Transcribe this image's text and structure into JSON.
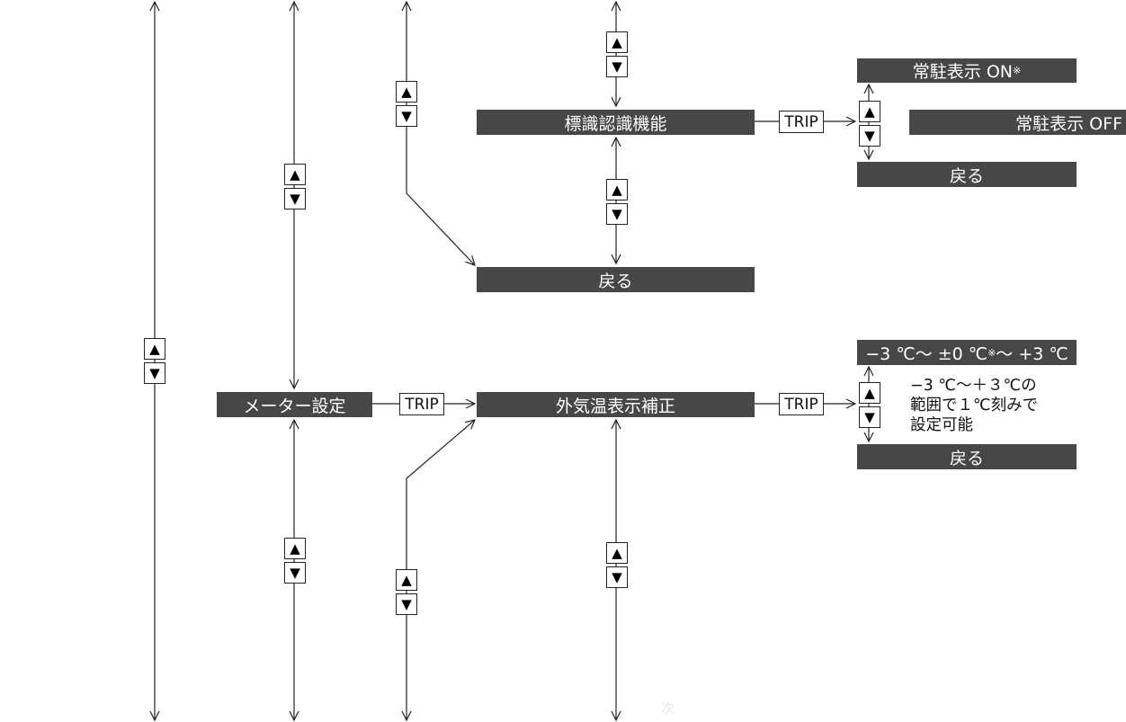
{
  "menu": {
    "meter_settings": "メーター設定",
    "sign_recognition": "標識認識機能",
    "outside_temp_correction": "外気温表示補正",
    "back": "戻る",
    "trip": "TRIP",
    "up_symbol": "▲",
    "down_symbol": "▼"
  },
  "sign_options": {
    "resident_on": "常駐表示 ON",
    "resident_on_mark": "※",
    "resident_off": "常駐表示 OFF",
    "back": "戻る"
  },
  "temp_options": {
    "range": "−3 ℃〜 ±0 ℃",
    "range_mark": "※",
    "range_end": "〜 +3 ℃",
    "back": "戻る"
  },
  "notes": {
    "temp_line1": "−3 ℃〜＋３℃の",
    "temp_line2": "範囲で１℃刻みで",
    "temp_line3": "設定可能"
  },
  "footer": {
    "next": "次"
  }
}
